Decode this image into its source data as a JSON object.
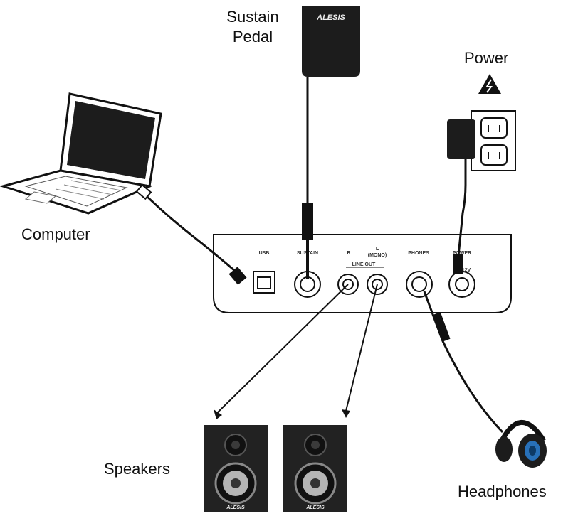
{
  "labels": {
    "sustain_pedal": "Sustain Pedal",
    "power": "Power",
    "computer": "Computer",
    "speakers": "Speakers",
    "headphones": "Headphones"
  },
  "brand": {
    "pedal_logo": "ALESIS",
    "speaker_logo": "ALESIS"
  },
  "ports": {
    "usb": "USB",
    "sustain": "SUSTAIN",
    "r": "R",
    "l": "L",
    "mono": "(MONO)",
    "line_out": "LINE OUT",
    "phones": "PHONES",
    "power": "POWER",
    "volt": "12V"
  },
  "colors": {
    "stroke": "#111111",
    "device": "#1c1c1c",
    "headphone_accent": "#2a7fd4"
  }
}
